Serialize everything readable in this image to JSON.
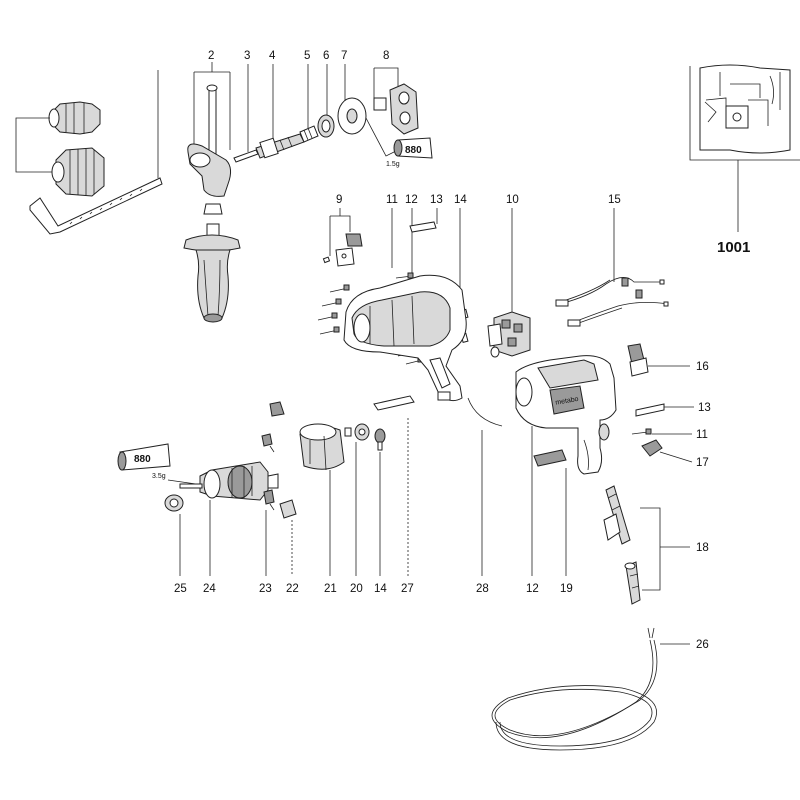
{
  "callouts": {
    "n1001": "1001",
    "n2": "2",
    "n3": "3",
    "n4": "4",
    "n5": "5",
    "n6": "6",
    "n7": "7",
    "n8": "8",
    "n9": "9",
    "n10": "10",
    "n11a": "11",
    "n11b": "11",
    "n12a": "12",
    "n12b": "12",
    "n13a": "13",
    "n13b": "13",
    "n14a": "14",
    "n14b": "14",
    "n15": "15",
    "n16": "16",
    "n17": "17",
    "n18": "18",
    "n19": "19",
    "n20": "20",
    "n21": "21",
    "n22": "22",
    "n23": "23",
    "n24": "24",
    "n25": "25",
    "n26": "26",
    "n27": "27",
    "n28": "28"
  },
  "grease_tubes": {
    "upper_label": "880",
    "upper_qty": "1.5g",
    "lower_label": "880",
    "lower_qty": "3.5g"
  },
  "housing_brand": "metabo"
}
